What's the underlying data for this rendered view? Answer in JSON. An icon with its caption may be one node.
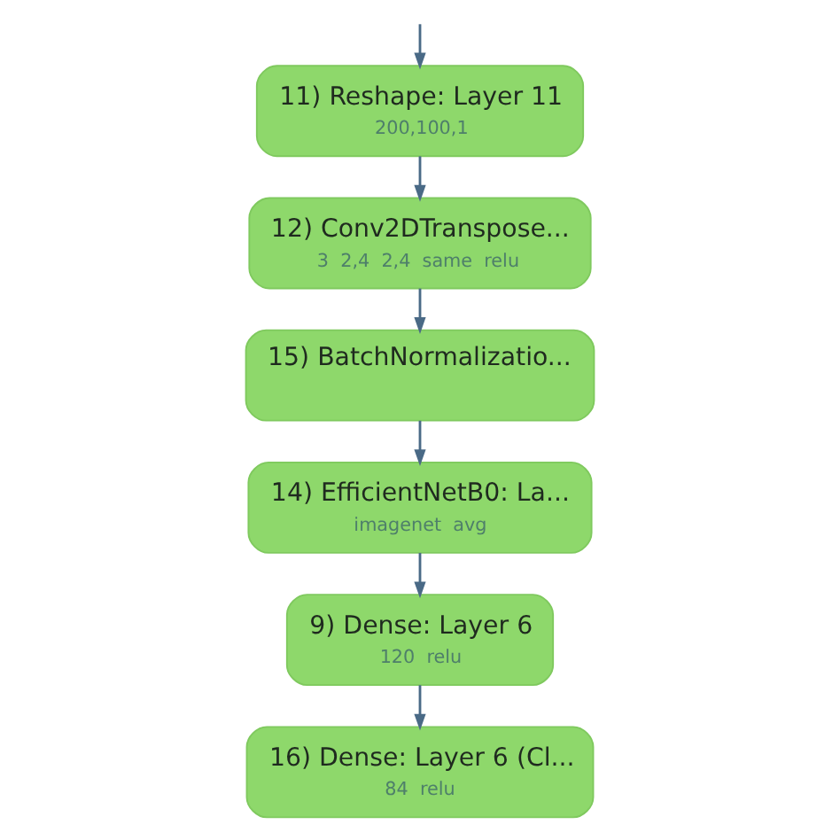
{
  "diagram": {
    "nodes": [
      {
        "text": [
          "11) Reshape: Layer 11",
          "200,100,1"
        ]
      },
      {
        "text": [
          "12) Conv2DTranspose...",
          "3  2,4  2,4  same  relu"
        ]
      },
      {
        "text": [
          "15) BatchNormalizatio..."
        ]
      },
      {
        "text": [
          "14) EfficientNetB0: La...",
          "imagenet  avg"
        ]
      },
      {
        "text": [
          "9) Dense: Layer 6",
          "120  relu"
        ]
      },
      {
        "text": [
          "16) Dense: Layer 6 (Cl...",
          "84  relu"
        ]
      }
    ],
    "edges": [
      {
        "from": null,
        "to": 0,
        "arrow": "to"
      },
      {
        "from": 0,
        "to": 1,
        "arrow": "to"
      },
      {
        "from": 1,
        "to": 2,
        "arrow": "to"
      },
      {
        "from": 2,
        "to": 3,
        "arrow": "to"
      },
      {
        "from": 3,
        "to": 4,
        "arrow": "to"
      },
      {
        "from": 4,
        "to": 5,
        "arrow": "to"
      }
    ]
  }
}
